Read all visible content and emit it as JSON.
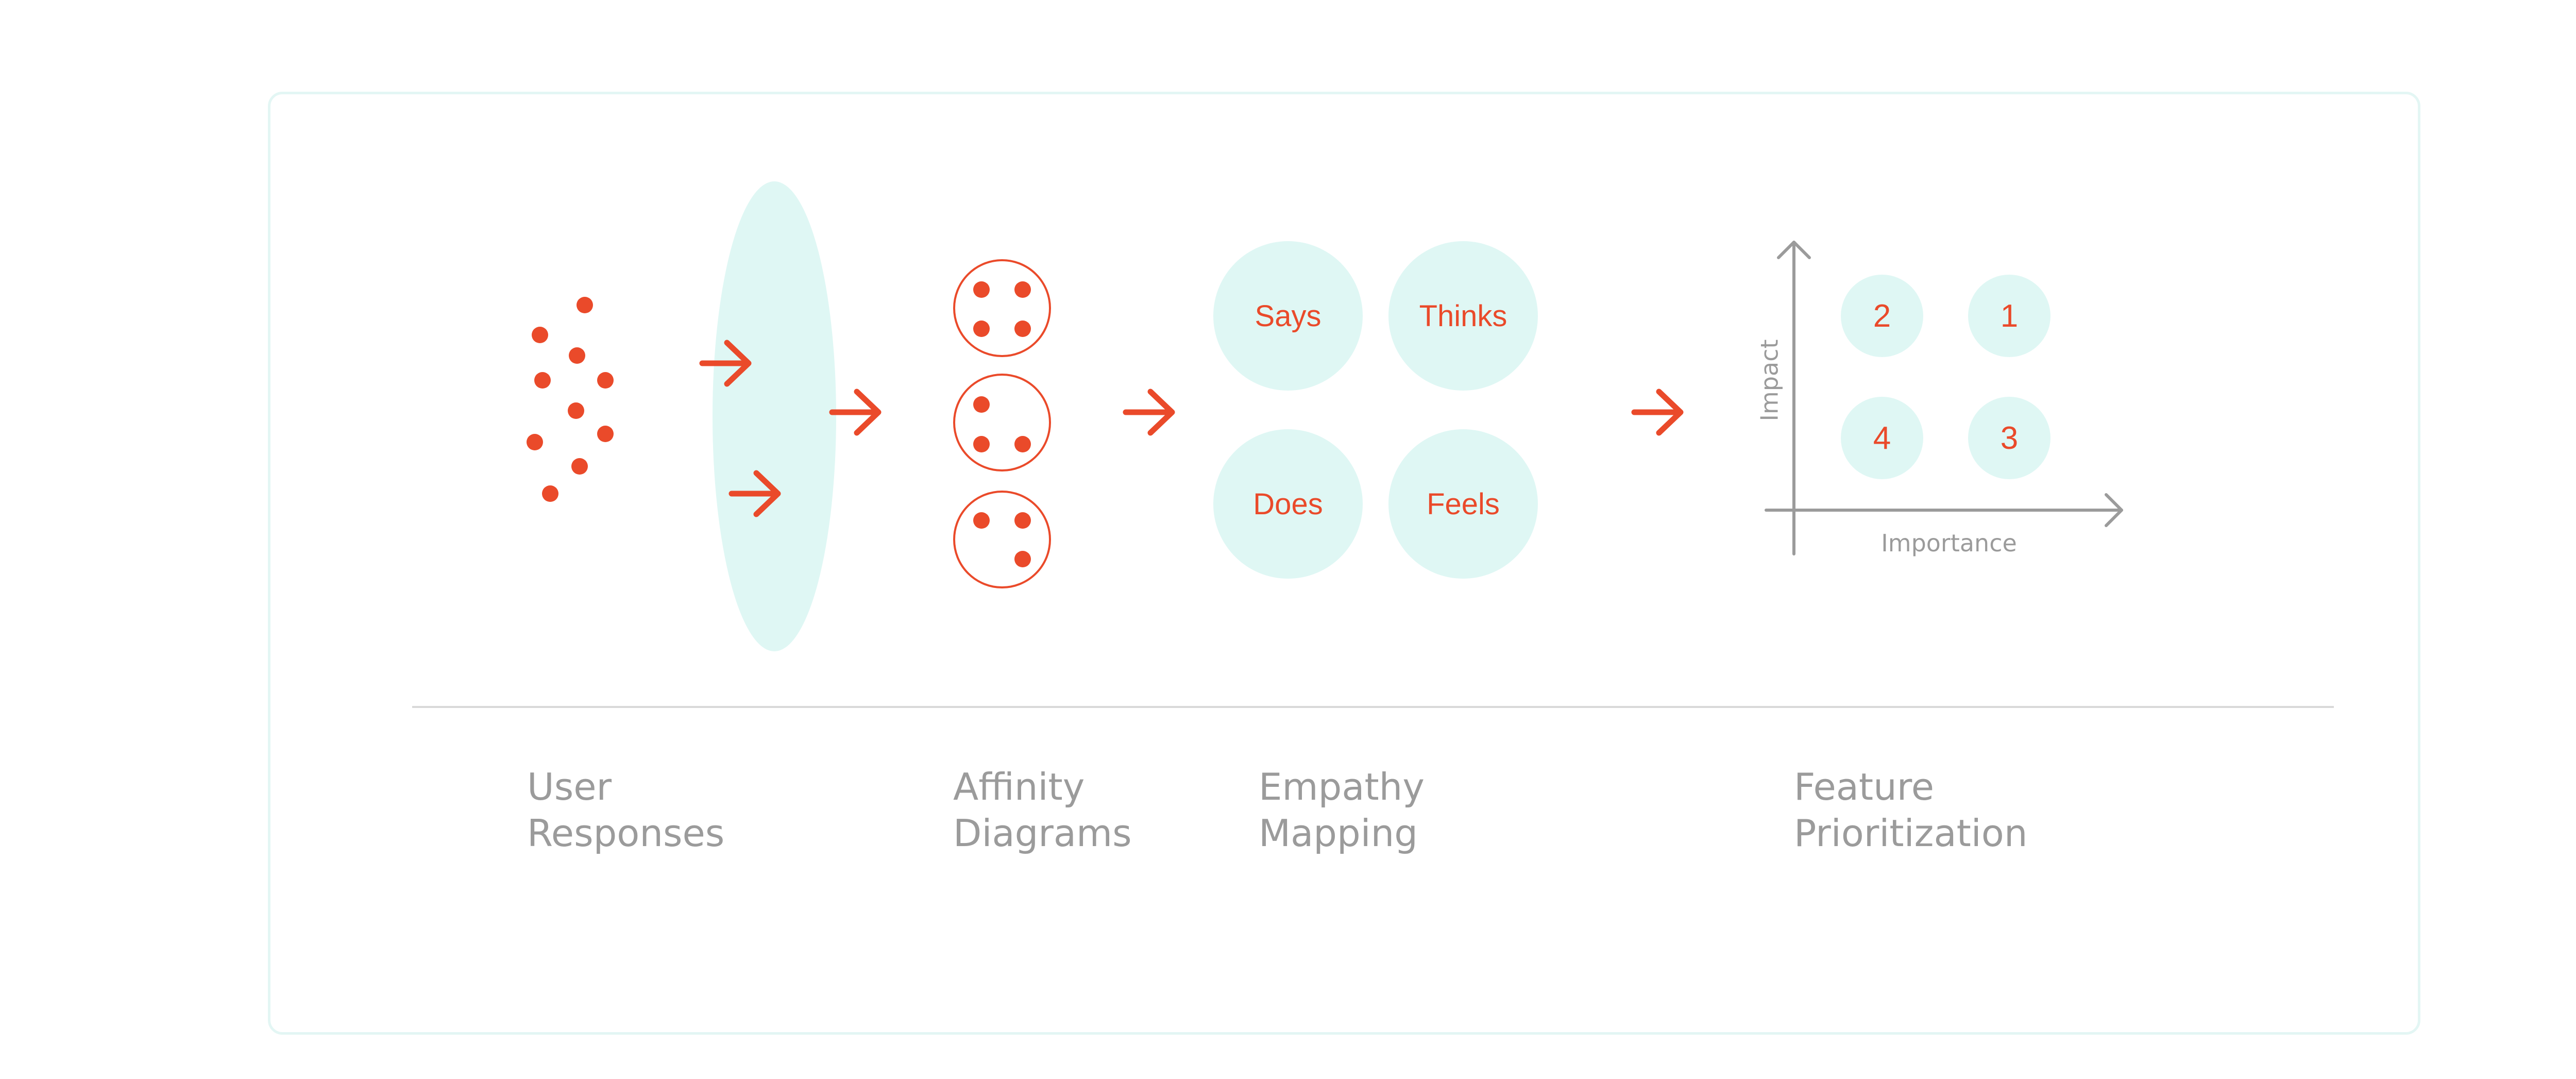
{
  "colors": {
    "accent": "#ea4a2a",
    "bubble": "#dff7f4",
    "axis": "#9b9b9b",
    "divider": "#d9d9d9",
    "card_border": "#e3f6f4",
    "caption": "#9b9b9b"
  },
  "empathy_map": {
    "quadrants": [
      "Says",
      "Thinks",
      "Does",
      "Feels"
    ]
  },
  "prioritization": {
    "y_axis_label": "Impact",
    "x_axis_label": "Importance",
    "cells": [
      "2",
      "1",
      "4",
      "3"
    ]
  },
  "stages": [
    {
      "line1": "User",
      "line2": "Responses"
    },
    {
      "line1": "Affinity",
      "line2": "Diagrams"
    },
    {
      "line1": "Empathy",
      "line2": "Mapping"
    },
    {
      "line1": "Feature",
      "line2": "Prioritization"
    }
  ]
}
